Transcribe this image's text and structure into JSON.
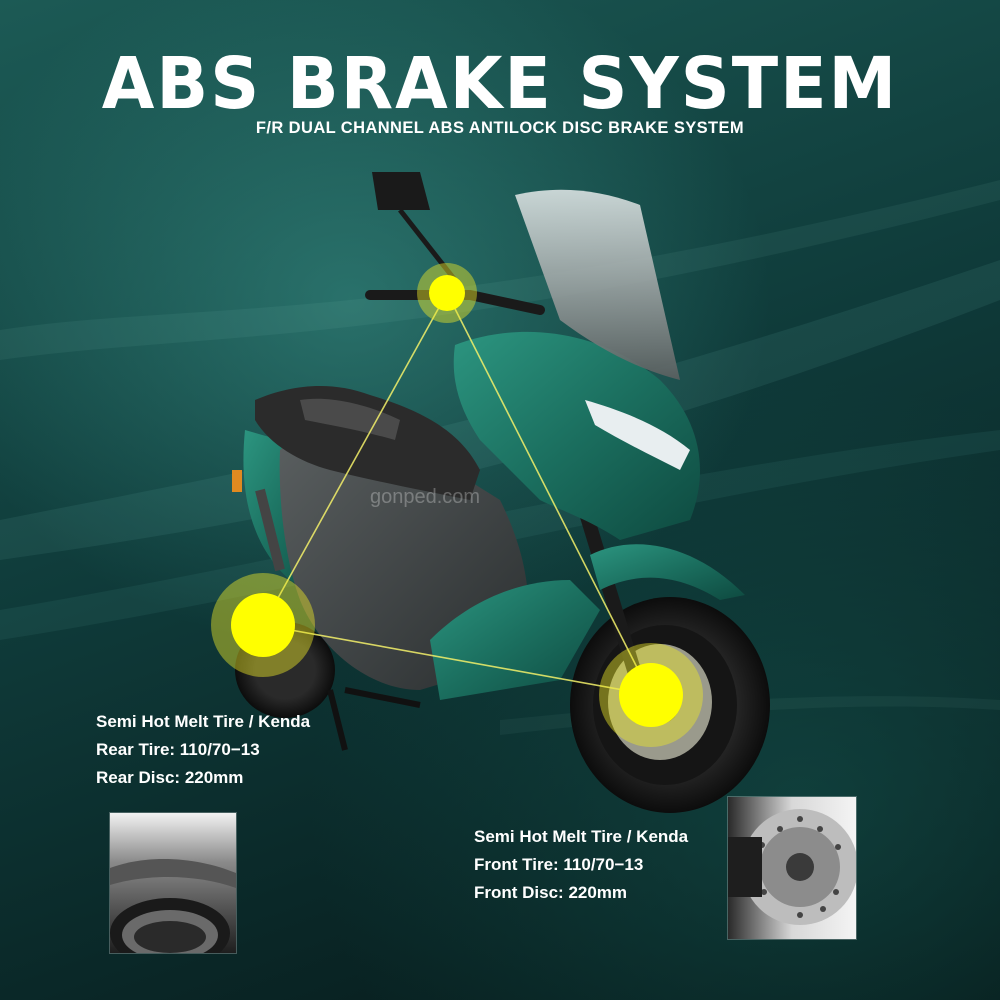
{
  "header": {
    "title": "ABS BRAKE SYSTEM",
    "subtitle": "F/R DUAL CHANNEL ABS ANTILOCK DISC BRAKE SYSTEM"
  },
  "watermark": "gonped.com",
  "rear_spec": {
    "line1": "Semi Hot Melt Tire / Kenda",
    "line2": "Rear Tire: 110/70−13",
    "line3": "Rear Disc: 220mm"
  },
  "front_spec": {
    "line1": "Semi Hot Melt Tire / Kenda",
    "line2": "Front Tire: 110/70−13",
    "line3": "Front Disc: 220mm"
  },
  "colors": {
    "highlight": "#ffff00",
    "body_green": "#1f7a66",
    "background": "#0f3b3a"
  },
  "icons": {
    "marker": "highlight-dot-icon"
  }
}
